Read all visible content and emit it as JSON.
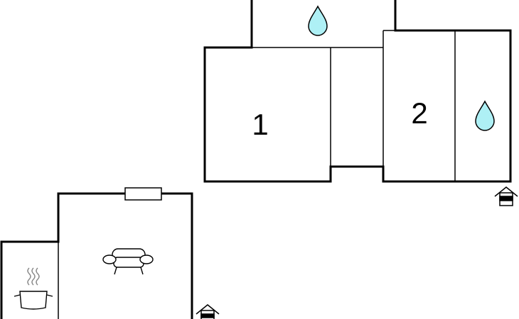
{
  "rooms": [
    {
      "id": "bedroom-1",
      "label": "1"
    },
    {
      "id": "bedroom-2",
      "label": "2"
    }
  ],
  "icons": {
    "water_drop": "water-drop-icon",
    "entrance": "house-entrance-icon",
    "sofa": "sofa-icon",
    "cooking_pot": "cooking-pot-icon",
    "window": "window-icon"
  },
  "colors": {
    "wall": "#000000",
    "water_drop_fill": "#aef0f5",
    "background": "#ffffff"
  }
}
